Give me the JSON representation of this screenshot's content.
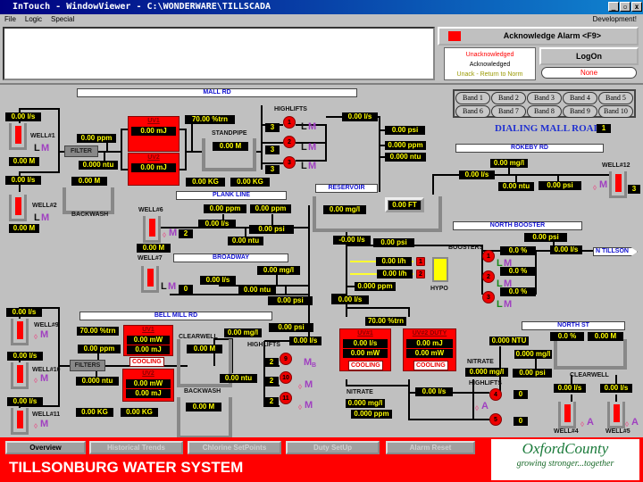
{
  "window": {
    "title": "InTouch - WindowViewer - C:\\WONDERWARE\\TILLSCADA",
    "min": "_",
    "max": "▫",
    "close": "x"
  },
  "menu": {
    "file": "File",
    "logic": "Logic",
    "special": "Special",
    "mode": "Development!"
  },
  "alarm": {
    "ack_label": "Acknowledge Alarm <F9>",
    "legend": [
      "Unacknowledged",
      "Acknowledged",
      "Unack - Return to Norm"
    ],
    "logon": "LogOn",
    "user": "None",
    "colors": {
      "unack": "#ff0000",
      "ack": "#000000",
      "rtn": "#999900"
    }
  },
  "sections": {
    "mall": "MALL RD",
    "plank": "PLANK LINE",
    "reservoir": "RESERVOIR",
    "rokeby": "ROKEBY RD",
    "north_booster": "NORTH BOOSTER",
    "broadway": "BROADWAY",
    "bell": "BELL MILL RD",
    "north_st": "NORTH ST"
  },
  "bands": [
    "Band 1",
    "Band 2",
    "Band 3",
    "Band 4",
    "Band 5",
    "Band 6",
    "Band 7",
    "Band 8",
    "Band 9",
    "Band 10"
  ],
  "dialing": {
    "label": "DIALING MALL ROAD",
    "value": "1"
  },
  "labels": {
    "well1": "WELL#1",
    "well2": "WELL#2",
    "well4": "WELL#4",
    "well5": "WELL#5",
    "well6": "WELL#6",
    "well7": "WELL#7",
    "well9": "WELL#9",
    "well10": "WELL#10",
    "well11": "WELL#11",
    "well12": "WELL#12",
    "backwash": "BACKWASH",
    "standpipe": "STANDPIPE",
    "highlifts": "HIGHLIFTS",
    "filter": "FILTER",
    "filters": "FILTERS",
    "clearwell": "CLEARWELL",
    "boosters": "BOOSTERS",
    "hypo": "HYPO",
    "nitrate": "NITRATE",
    "uv1": "UV1",
    "uv2": "UV2",
    "uvn1": "UV#1",
    "uvn2": "UV#2 DUTY",
    "cooling": "COOLING",
    "ntillson": "N TILLSON"
  },
  "modes": {
    "L": "L",
    "M": "M",
    "A": "A",
    "off": "◊",
    "B": "B"
  },
  "pumps": [
    "1",
    "2",
    "3",
    "9",
    "10",
    "11",
    "1",
    "2",
    "3",
    "4",
    "5",
    "1",
    "2"
  ],
  "values": [
    "0.00 l/s",
    "0.00 ppm",
    "0.000 ntu",
    "0.00 M",
    "0.00 l/s",
    "0.00 M",
    "0.00 M",
    "0.00 mJ",
    "0.00 mJ",
    "70.00 %trn",
    "0.00 M",
    "0.00 KG",
    "0.00 KG",
    "3",
    "3",
    "3",
    "0.00 ppm",
    "0.00 ppm",
    "0.00 l/s",
    "0.00 psi",
    "0.00 ntu",
    "2",
    "0.00 M",
    "0.00 l/s",
    "0.00 psi",
    "0.000 ppm",
    "0.000 ntu",
    "0.00 mg/l",
    "0.00 l/s",
    "0.00 ntu",
    "0.00 psi",
    "3",
    "0.00 mg/l",
    "0.00 FT",
    "-0.00 l/s",
    "0.00 psi",
    "0.00 psi",
    "0.00 l/s",
    "0.00 mg/l",
    "0.00 ntu",
    "0.00 psi",
    "0",
    "0.00 l/s",
    "0.00 l/s",
    "0.00 l/s",
    "70.00 %trn",
    "0.00 ppm",
    "0.000 ntu",
    "0.00 mW",
    "0.00 mJ",
    "0.00 mW",
    "0.00 mJ",
    "0.00 KG",
    "0.00 KG",
    "0.00 M",
    "0.00 M",
    "0.00 mg/l",
    "0.00 ntu",
    "0.00 psi",
    "0.00 l/s",
    "2",
    "2",
    "2",
    "0.00 l/h",
    "0.00 l/h",
    "0.000 ppm",
    "0.00 l/s",
    "0.0 %",
    "0.0 %",
    "0.0 %",
    "0.00 l/s",
    "70.00 %trn",
    "0.000 NTU",
    "0.000 mg/l",
    "0.000 mg/l",
    "0.00 psi",
    "0.00 l/s",
    "0",
    "0",
    "0.000 mg/l",
    "0.000 ppm",
    "0.0 %",
    "0.00 M",
    "0.00 l/s",
    "0.00 l/s",
    "0.00 mW",
    "0.00 mJ",
    "0.00 mW",
    "0.00 mJ"
  ],
  "nav": [
    "Overview",
    "Historical Trends",
    "Chlorine SetPoints",
    "Duty SetUp",
    "Alarm Reset"
  ],
  "footer": {
    "title": "TILLSONBURG WATER SYSTEM",
    "logo_text": "OxfordCounty",
    "logo_tagline": "growing stronger...together"
  }
}
